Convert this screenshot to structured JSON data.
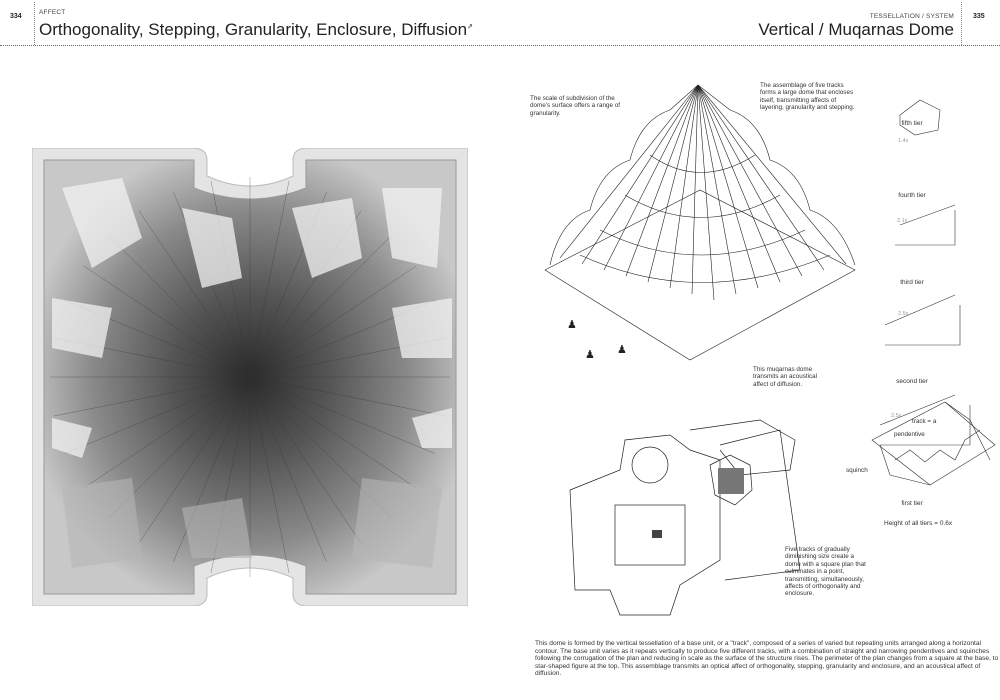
{
  "left_page": {
    "page_number": "334",
    "kicker": "AFFECT",
    "title": "Orthogonality, Stepping, Granularity, Enclosure, Diffusion"
  },
  "right_page": {
    "page_number": "335",
    "kicker": "TESSELLATION / SYSTEM",
    "title": "Vertical / Muqarnas Dome"
  },
  "captions": {
    "granularity": "The scale of subdivision of the dome's surface offers a range of granularity.",
    "assemblage": "The assemblage of five tracks forms a large dome that encloses itself, transmitting affects of layering, granularity and stepping.",
    "diffusion": "This muqarnas dome transmits an acoustical affect of diffusion.",
    "five_tracks": "Five tracks of gradually diminishing size create a dome with a square plan that culminates in a point, transmitting, simultaneously, affects of orthogonality and enclosure."
  },
  "tiers": [
    {
      "label": "fifth tier",
      "dimension": ""
    },
    {
      "label": "fourth tier",
      "dimension": "1.4x"
    },
    {
      "label": "third tier",
      "dimension": "2.1x"
    },
    {
      "label": "second tier",
      "dimension": "2.5x"
    },
    {
      "label": "first tier",
      "dimension": "2.5x"
    }
  ],
  "first_tier_labels": {
    "track": "track = a",
    "pendentive": "pendentive",
    "squinch": "squinch"
  },
  "height_note": "Height of all tiers = 0.6x",
  "body_text": "This dome is formed by the vertical tessellation of a base unit, or a \"track\", composed of a series of varied but repeating units arranged along a horizontal contour. The base unit varies as it repeats vertically to produce five different tracks, with a combination of straight and narrowing pendentives and squinches following the corrugation of the plan and reducing in scale as the surface of the structure rises. The perimeter of the plan changes from a square at the base, to a star-shaped figure at the top. This assemblage transmits an optical affect of orthogonality, stepping, granularity and enclosure, and an acoustical affect of diffusion."
}
